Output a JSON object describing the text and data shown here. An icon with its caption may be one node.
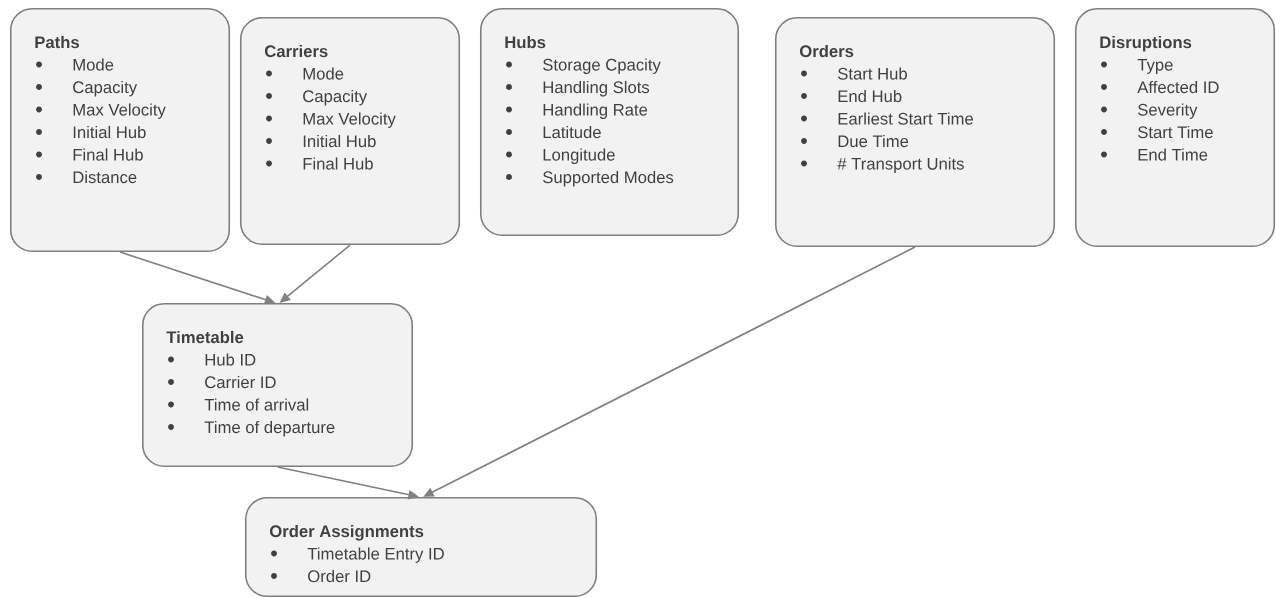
{
  "diagram": {
    "nodes": [
      {
        "text": [
          "Paths",
          "Mode",
          "Capacity",
          "Max Velocity",
          "Initial Hub",
          "Final Hub",
          "Distance"
        ]
      },
      {
        "text": [
          "Carriers",
          "Mode",
          "Capacity",
          "Max Velocity",
          "Initial Hub",
          "Final Hub"
        ]
      },
      {
        "text": [
          "Hubs",
          "Storage Cpacity",
          "Handling Slots",
          "Handling Rate",
          "Latitude",
          "Longitude",
          "Supported Modes"
        ]
      },
      {
        "text": [
          "Orders",
          "Start Hub",
          "End Hub",
          "Earliest Start Time",
          "Due Time",
          "# Transport Units"
        ]
      },
      {
        "text": [
          "Disruptions",
          "Type",
          "Affected ID",
          "Severity",
          "Start Time",
          "End Time"
        ]
      },
      {
        "text": [
          "Timetable",
          "Hub ID",
          "Carrier ID",
          "Time of arrival",
          "Time of departure"
        ]
      },
      {
        "text": [
          "Order Assignments",
          "Timetable Entry ID",
          "Order ID"
        ]
      }
    ],
    "edges": [
      {
        "from": 0,
        "to": 5,
        "arrow": "to"
      },
      {
        "from": 1,
        "to": 5,
        "arrow": "to"
      },
      {
        "from": 5,
        "to": 6,
        "arrow": "to"
      },
      {
        "from": 3,
        "to": 6,
        "arrow": "to"
      }
    ]
  }
}
